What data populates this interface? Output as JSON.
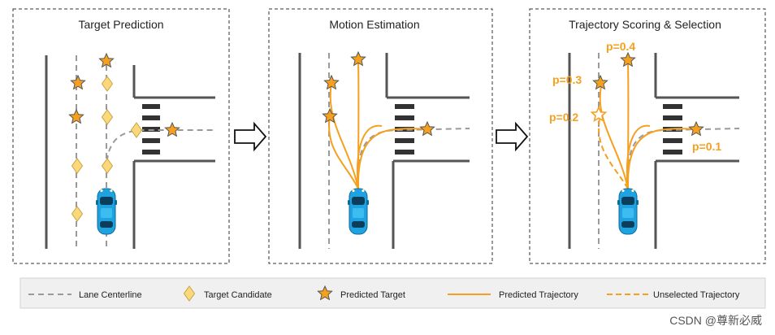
{
  "panels": [
    {
      "title": "Target Prediction"
    },
    {
      "title": "Motion Estimation"
    },
    {
      "title": "Trajectory Scoring & Selection"
    }
  ],
  "probabilities": {
    "p_top": "p=0.4",
    "p_left": "p=0.3",
    "p_unselected": "p=0.2",
    "p_right": "p=0.1"
  },
  "legend": {
    "lane_centerline": "Lane Centerline",
    "target_candidate": "Target Candidate",
    "predicted_target": "Predicted Target",
    "predicted_trajectory": "Predicted Trajectory",
    "unselected_trajectory": "Unselected Trajectory"
  },
  "watermark": "CSDN @尊新必威",
  "colors": {
    "orange": "#f5a01e",
    "star_fill": "#f5a01e",
    "star_stroke": "#555555",
    "diamond_fill": "#fbd97b",
    "diamond_stroke": "#c9a244",
    "lane_dash": "#9a9a9a",
    "road_line": "#555555",
    "car_blue": "#1fa3e0",
    "legend_bg": "#f0f0f0"
  }
}
